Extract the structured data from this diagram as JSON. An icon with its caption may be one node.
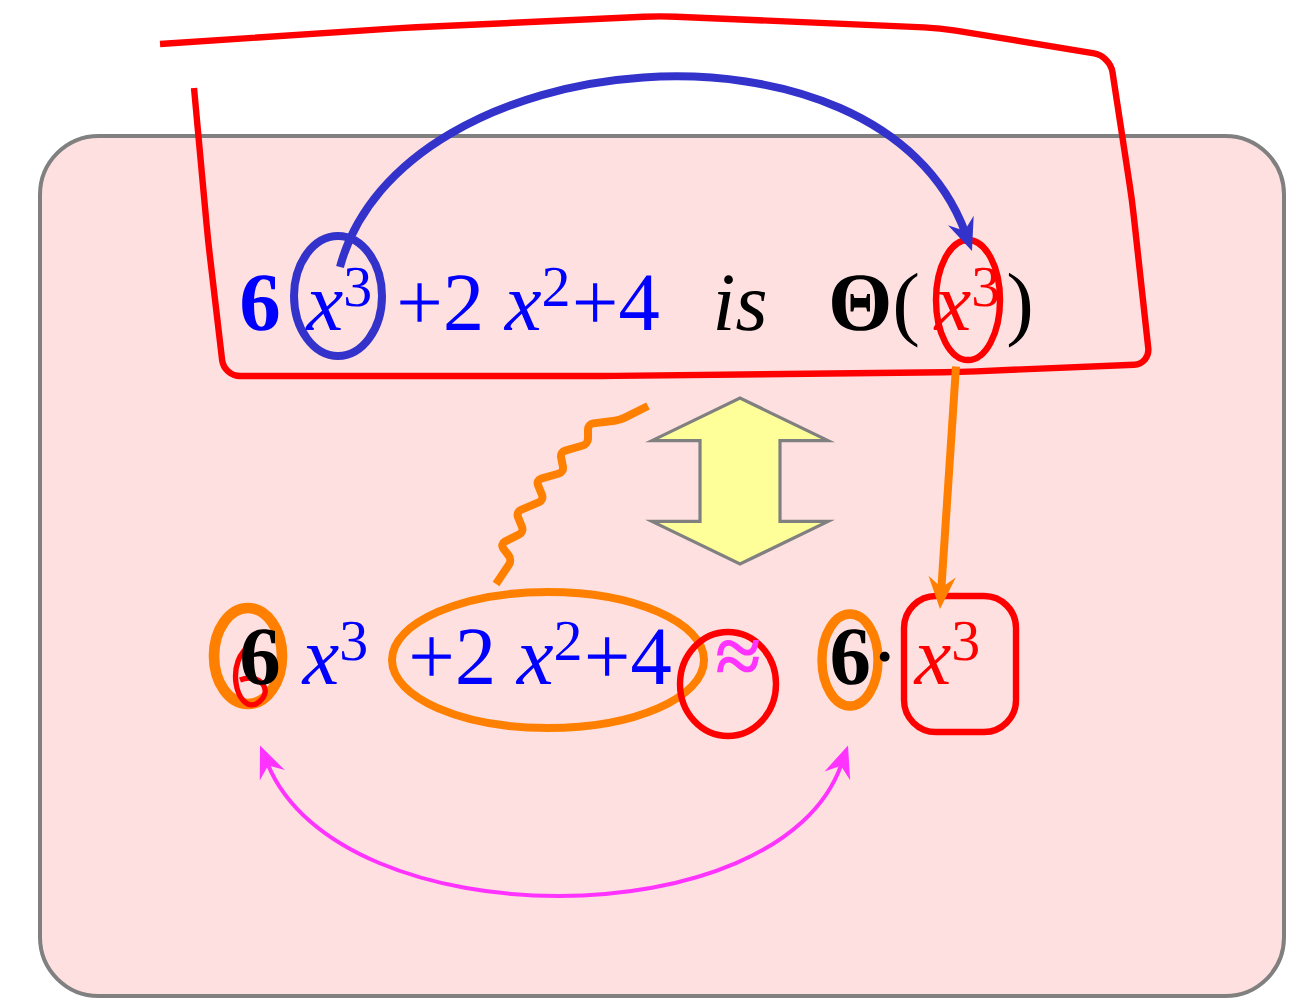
{
  "diagram": {
    "nodes": [
      {
        "text": [],
        "shape": "box"
      },
      {
        "text": [
          "6"
        ],
        "in": 0
      },
      {
        "text": [
          "*x*$^{3}$"
        ],
        "in": 0
      },
      {
        "text": [
          "+2 *x*$^{2}$+4"
        ],
        "in": 0
      },
      {
        "text": [
          "is"
        ],
        "in": 0
      },
      {
        "text": [
          "**Θ**("
        ],
        "in": 0
      },
      {
        "text": [
          "*x*$^{3}$"
        ],
        "in": 0
      },
      {
        "text": [
          ")"
        ],
        "in": 0
      },
      {
        "text": [
          "6"
        ],
        "in": 0
      },
      {
        "text": [
          "*x*$^{3}$"
        ],
        "in": 0
      },
      {
        "text": [
          "+2 *x*$^{2}$+4"
        ],
        "in": 0
      },
      {
        "text": [
          "≈"
        ],
        "in": 0
      },
      {
        "text": [
          "**6**·"
        ],
        "in": 0
      },
      {
        "text": [
          "*x*$^{3}$"
        ],
        "in": 0
      }
    ],
    "edges": [
      {
        "from": 2,
        "to": 6,
        "arrow": "to",
        "color": "#3333cc"
      },
      {
        "from": 6,
        "to": 13,
        "arrow": "to",
        "color": "#ff8000"
      },
      {
        "from": 4,
        "to": 11,
        "arrow": "both",
        "color": "#ffff99"
      },
      {
        "from": 8,
        "to": 12,
        "arrow": "both",
        "color": "#ff33ff"
      }
    ]
  }
}
